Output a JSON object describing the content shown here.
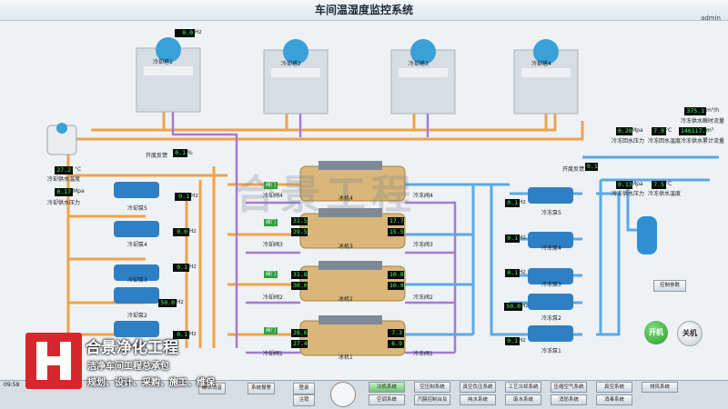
{
  "window": {
    "title": "车间温湿度监控系统",
    "user": "admin"
  },
  "cooling_towers": [
    {
      "label": "冷却塔1",
      "value": "0.0",
      "unit": "Hz"
    },
    {
      "label": "冷却塔2",
      "value": "",
      "unit": ""
    },
    {
      "label": "冷却塔3",
      "value": "",
      "unit": ""
    },
    {
      "label": "冷却塔4",
      "value": "",
      "unit": ""
    }
  ],
  "left_panel": {
    "supply_temp": {
      "value": "27.2",
      "unit": "°C",
      "label": "冷却供水温度"
    },
    "supply_press": {
      "value": "0.17",
      "unit": "Mpa",
      "label": "冷却供水压力"
    }
  },
  "cooling_pumps": [
    {
      "label": "冷却泵5",
      "value": "0.1",
      "unit": "Hz"
    },
    {
      "label": "冷却泵4",
      "value": "0.0",
      "unit": "Hz"
    },
    {
      "label": "冷却泵3",
      "value": "0.1",
      "unit": "Hz"
    },
    {
      "label": "冷却泵2",
      "value": "50.0",
      "unit": "Hz"
    },
    {
      "label": "冷却泵1",
      "value": "0.1",
      "unit": "Hz"
    }
  ],
  "chillers": [
    {
      "label": "冰机4",
      "cool_valve": "冷却阀4",
      "chill_valve": "冷冻阀4",
      "vals": [
        "",
        "",
        "",
        ""
      ]
    },
    {
      "label": "冰机3",
      "cool_valve": "冷却阀3",
      "chill_valve": "冷冻阀3",
      "vals": [
        "31.5",
        "29.5",
        "17.7",
        "15.5"
      ]
    },
    {
      "label": "冰机2",
      "cool_valve": "冷却阀2",
      "chill_valve": "冷冻阀2",
      "vals": [
        "31.8",
        "30.0",
        "10.8",
        "10.9"
      ]
    },
    {
      "label": "冰机1",
      "cool_valve": "冷却阀1",
      "chill_valve": "冷冻阀1",
      "vals": [
        "28.6",
        "27.4",
        "7.3",
        "6.9"
      ]
    }
  ],
  "valve_tag": "阀门",
  "bypass": {
    "label": "开度反馈",
    "value": "0.1",
    "unit": "%"
  },
  "bypass_right": {
    "label": "开度反馈",
    "value": "0.1"
  },
  "right_panel": {
    "flow": {
      "value": "375.1",
      "unit": "m³/h"
    },
    "flow_label": "冷冻供水瞬时流量",
    "total_flow": {
      "value": "146117.0",
      "unit": "m³"
    },
    "total_label": "冷冻供水累计流量",
    "return_press": {
      "value": "0.28",
      "unit": "Mpa",
      "label": "冷冻回水压力"
    },
    "return_temp": {
      "value": "7.0",
      "unit": "°C",
      "label": "冷冻回水温度"
    },
    "supply_press": {
      "value": "0.13",
      "unit": "Mpa",
      "label": "冷冻供水压力"
    },
    "supply_temp": {
      "value": "7.5",
      "unit": "°C",
      "label": "冷冻供水温度"
    }
  },
  "chilled_pumps": [
    {
      "label": "冷冻泵5",
      "value": "0.1",
      "unit": "Hz"
    },
    {
      "label": "冷冻泵4",
      "value": "0.1",
      "unit": "Hz"
    },
    {
      "label": "冷冻泵3",
      "value": "0.1",
      "unit": "Hz"
    },
    {
      "label": "冷冻泵2",
      "value": "50.0",
      "unit": "Hz"
    },
    {
      "label": "冷冻泵1",
      "value": "0.1",
      "unit": "Hz"
    }
  ],
  "controls": {
    "params": "控制参数",
    "start": "开机",
    "stop": "关机"
  },
  "watermark": "合景工程",
  "logo": {
    "title": "合景净化工程",
    "sub1": "洁净车间工程总承包",
    "sub2": "规划、设计、采购、施工、维保"
  },
  "bottom_bar": {
    "status": "09:58",
    "btn_confirm": "确认消音",
    "btn_alarm": "系统报警",
    "btn_login": "登录",
    "btn_logout": "注销",
    "nav_row1": [
      "冷机系统",
      "空压制系统",
      "真空负压系统",
      "工艺冷却系统",
      "压缩空气系统",
      "真空系统",
      "排风系统"
    ],
    "nav_row2": [
      "空调系统",
      "汽膜控制台及",
      "纯水系统",
      "废水系统",
      "消防系统",
      "消毒系统",
      ""
    ]
  },
  "colors": {
    "cool_pipe": "#f0a24a",
    "chill_pipe": "#5aa9e6",
    "purple_pipe": "#a57ad6",
    "accent_green": "#2f9e3e"
  }
}
